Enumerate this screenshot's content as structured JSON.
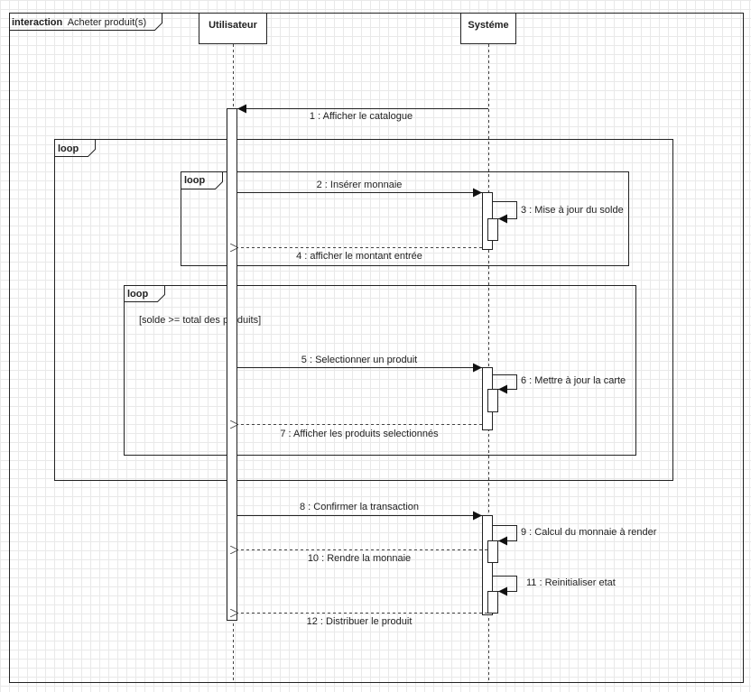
{
  "frame": {
    "keyword": "interaction",
    "name": "Acheter produit(s)"
  },
  "lifelines": [
    {
      "name": "Utilisateur"
    },
    {
      "name": "Systéme"
    }
  ],
  "fragments": [
    {
      "operator": "loop",
      "guard": ""
    },
    {
      "operator": "loop",
      "guard": ""
    },
    {
      "operator": "loop",
      "guard": "[solde >= total des produits]"
    }
  ],
  "messages": [
    {
      "label": "1 : Afficher le catalogue",
      "kind": "sync"
    },
    {
      "label": "2 : Insérer monnaie",
      "kind": "sync"
    },
    {
      "label": "3 : Mise à jour du solde",
      "kind": "self"
    },
    {
      "label": "4 : afficher le montant entrée",
      "kind": "return"
    },
    {
      "label": "5 : Selectionner un produit",
      "kind": "sync"
    },
    {
      "label": "6 : Mettre à jour la carte",
      "kind": "self"
    },
    {
      "label": "7 : Afficher les produits selectionnés",
      "kind": "return"
    },
    {
      "label": "8 : Confirmer la transaction",
      "kind": "sync"
    },
    {
      "label": "9 : Calcul du monnaie à render",
      "kind": "self"
    },
    {
      "label": "10 : Rendre la monnaie",
      "kind": "return"
    },
    {
      "label": "11 : Reinitialiser etat",
      "kind": "self"
    },
    {
      "label": "12 : Distribuer le produit",
      "kind": "return"
    }
  ]
}
